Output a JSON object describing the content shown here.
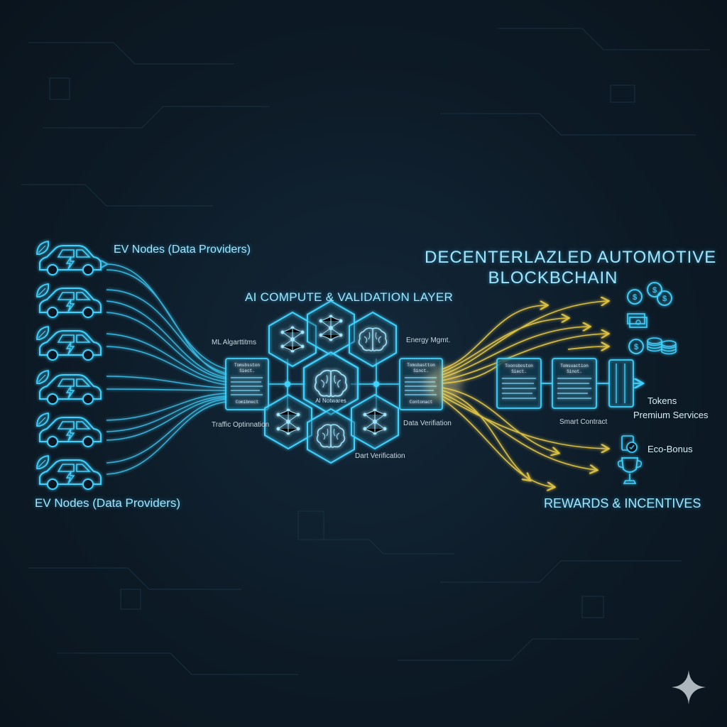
{
  "labels": {
    "ev_nodes_top": "EV Nodes (Data Providers)",
    "ev_nodes_bottom": "EV Nodes (Data Providers)",
    "ai_layer": "AI COMPUTE & VALIDATION LAYER",
    "chain_line1": "DECENTERLAZLED AUTOMOTIVE",
    "chain_line2": "BLOCKBCHAIN",
    "ml_algorithms": "ML Algarttitms",
    "energy_mgmt": "Energy Mgmt.",
    "traffic_opt": "Traffic Optinnation",
    "data_verification": "Data Verifiation",
    "dart_verification": "Dart Verification",
    "ai_network": "AI Notwares",
    "smart_contract": "Smart Contract",
    "tokens": "Tokens",
    "premium_services": "Premium Services",
    "eco_bonus": "Eco-Bonus",
    "rewards": "REWARDS & INCENTIVES"
  },
  "panels": {
    "left": {
      "title1": "Tomsbsston",
      "title2": "Siect.",
      "footer": "Comibnect"
    },
    "right": {
      "title1": "Tomsbastton",
      "title2": "Sinct.",
      "footer": "Contonact"
    },
    "block1": {
      "title1": "Toonsboston",
      "title2": "Siect."
    },
    "block2": {
      "title1": "Tomsuaction",
      "title2": "Sinot."
    }
  },
  "icons": {
    "car": "car-icon",
    "leaf": "leaf-icon",
    "bolt": "bolt-icon",
    "brain": "brain-icon",
    "network": "network-icon",
    "coin": "coin-icon",
    "cash": "cash-stack-icon",
    "trophy": "trophy-icon",
    "badge": "eco-badge-icon",
    "sparkle": "sparkle-icon"
  },
  "colors": {
    "background": "#0c1822",
    "cyan": "#41d2ff",
    "gold": "#f2d24a",
    "text": "#9fe6ff"
  }
}
